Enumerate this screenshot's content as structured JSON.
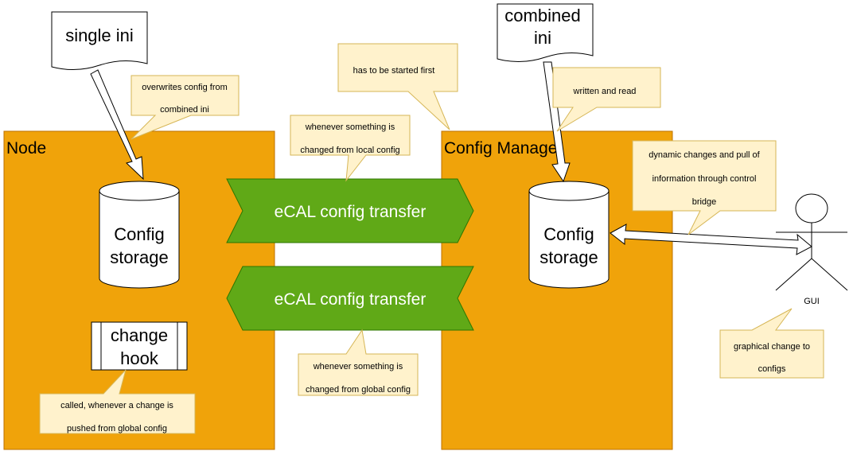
{
  "node": {
    "title": "Node",
    "storage": [
      "Config",
      "storage"
    ],
    "hook": [
      "change",
      "hook"
    ]
  },
  "manager": {
    "title": "Config Manager",
    "storage": [
      "Config",
      "storage"
    ]
  },
  "documents": {
    "single": "single ini",
    "combined": [
      "combined",
      "ini"
    ]
  },
  "transfers": [
    "eCAL config transfer",
    "eCAL config transfer"
  ],
  "gui": {
    "label": "GUI"
  },
  "notes": {
    "overwrites": [
      "overwrites config from",
      "combined ini"
    ],
    "started_first": [
      "has to be started first"
    ],
    "written_read": [
      "written and read"
    ],
    "local_change": [
      "whenever something is",
      "changed from local config"
    ],
    "dynamic": [
      "dynamic changes and pull of",
      "information through control",
      "bridge"
    ],
    "global_change": [
      "whenever something is",
      "changed from global config"
    ],
    "hook_called": [
      "called, whenever a change is",
      "pushed from global config"
    ],
    "graphical": [
      "graphical change to",
      "configs"
    ]
  },
  "colors": {
    "container": "#F0A30A",
    "transfer": "#60A917",
    "note": "#FFF2CC",
    "note_border": "#D6B656"
  }
}
